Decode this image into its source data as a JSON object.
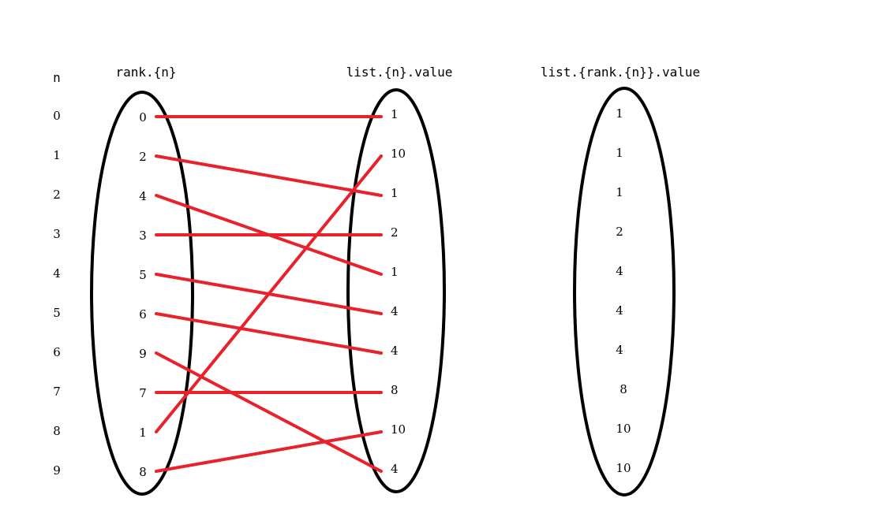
{
  "headers": {
    "index": "n",
    "rank": "rank.{n}",
    "list_value": "list.{n}.value",
    "sorted_value": "list.{rank.{n}}.value"
  },
  "indices": [
    "0",
    "1",
    "2",
    "3",
    "4",
    "5",
    "6",
    "7",
    "8",
    "9"
  ],
  "rank_values": [
    "0",
    "2",
    "4",
    "3",
    "5",
    "6",
    "9",
    "7",
    "1",
    "8"
  ],
  "list_values": [
    "1",
    "10",
    "1",
    "2",
    "1",
    "4",
    "4",
    "8",
    "10",
    "4"
  ],
  "sorted_values": [
    "1",
    "1",
    "1",
    "2",
    "4",
    "4",
    "4",
    "8",
    "10",
    "10"
  ],
  "edges": [
    {
      "from": 0,
      "to": 0
    },
    {
      "from": 1,
      "to": 2
    },
    {
      "from": 2,
      "to": 4
    },
    {
      "from": 3,
      "to": 3
    },
    {
      "from": 4,
      "to": 5
    },
    {
      "from": 5,
      "to": 6
    },
    {
      "from": 6,
      "to": 9
    },
    {
      "from": 7,
      "to": 7
    },
    {
      "from": 8,
      "to": 1
    },
    {
      "from": 9,
      "to": 8
    }
  ],
  "colors": {
    "edge": "#e8212a",
    "ellipse": "#000000"
  }
}
